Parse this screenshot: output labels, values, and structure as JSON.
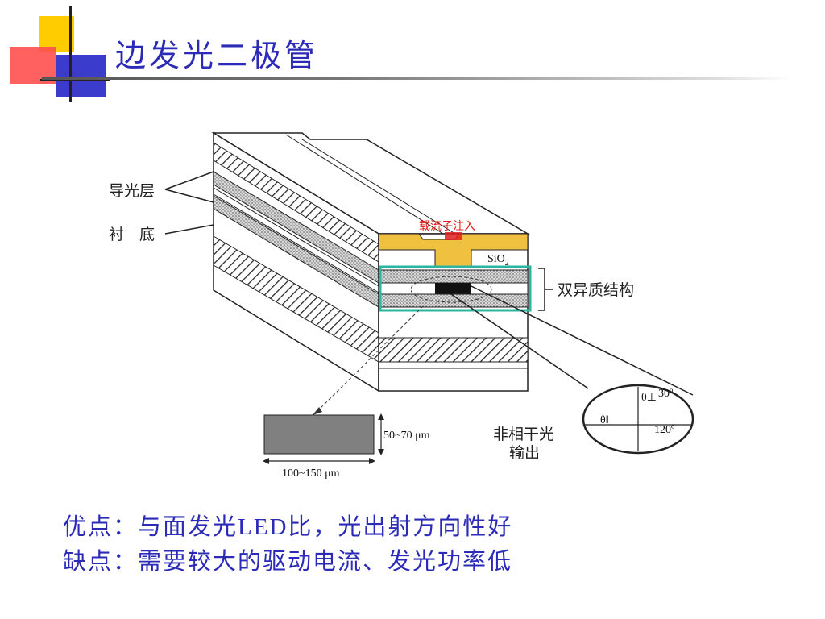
{
  "slide": {
    "title": "边发光二极管"
  },
  "diagram": {
    "label_guide_layer": "导光层",
    "label_substrate": "衬　底",
    "label_carrier_injection": "载流子注入",
    "label_sio2_main": "SiO",
    "label_sio2_sub": "2",
    "label_double_hetero": "双异质结构",
    "label_incoherent_line1": "非相干光",
    "label_incoherent_line2": "输出",
    "theta_perp_symbol": "θ⊥",
    "theta_perp_value": "30º",
    "theta_par_symbol": "θ‖",
    "theta_par_value": "120º",
    "dim_height": "50~70 μm",
    "dim_width": "100~150 μm",
    "colors": {
      "title": "#2b2bb8",
      "highlight_box": "#2ab5a0",
      "contact": "#f0c040",
      "injection": "#e02020",
      "emitter_block": "#808080"
    }
  },
  "notes": {
    "pros_prefix": "优点：与面发光",
    "pros_led": "LED",
    "pros_suffix": "比，光出射方向性好",
    "cons": "缺点：需要较大的驱动电流、发光功率低"
  }
}
